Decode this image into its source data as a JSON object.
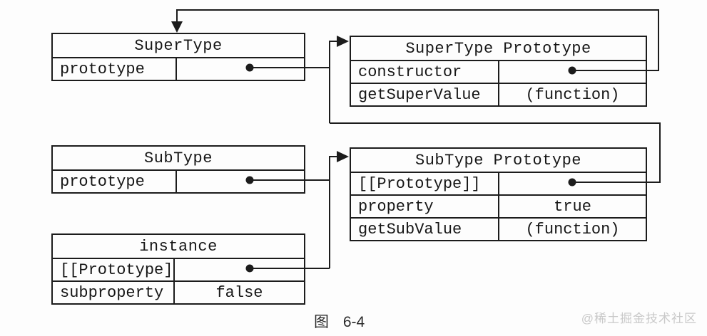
{
  "figure": {
    "caption": "图 6-4",
    "watermark": "@稀土掘金技术社区",
    "line_color": "#1c1c1c",
    "text_color": "#161616",
    "watermark_color": "#c9c9c9",
    "background_color": "#fdfdfd"
  },
  "boxes": {
    "supertype": {
      "title": "SuperType",
      "rows": [
        {
          "label": "prototype",
          "value": ""
        }
      ]
    },
    "supertype_prototype": {
      "title": "SuperType Prototype",
      "rows": [
        {
          "label": "constructor",
          "value": ""
        },
        {
          "label": "getSuperValue",
          "value": "(function)"
        }
      ]
    },
    "subtype": {
      "title": "SubType",
      "rows": [
        {
          "label": "prototype",
          "value": ""
        }
      ]
    },
    "subtype_prototype": {
      "title": "SubType Prototype",
      "rows": [
        {
          "label": "[[Prototype]]",
          "value": ""
        },
        {
          "label": "property",
          "value": "true"
        },
        {
          "label": "getSubValue",
          "value": "(function)"
        }
      ]
    },
    "instance": {
      "title": "instance",
      "rows": [
        {
          "label": "[[Prototype]]",
          "value": ""
        },
        {
          "label": "subproperty",
          "value": "false"
        }
      ]
    }
  },
  "edges": [
    {
      "from": "SuperType.prototype",
      "to": "SuperType Prototype"
    },
    {
      "from": "SuperType Prototype.constructor",
      "to": "SuperType"
    },
    {
      "from": "SubType.prototype",
      "to": "SubType Prototype"
    },
    {
      "from": "SubType Prototype.[[Prototype]]",
      "to": "SuperType Prototype"
    },
    {
      "from": "instance.[[Prototype]]",
      "to": "SubType Prototype"
    }
  ]
}
